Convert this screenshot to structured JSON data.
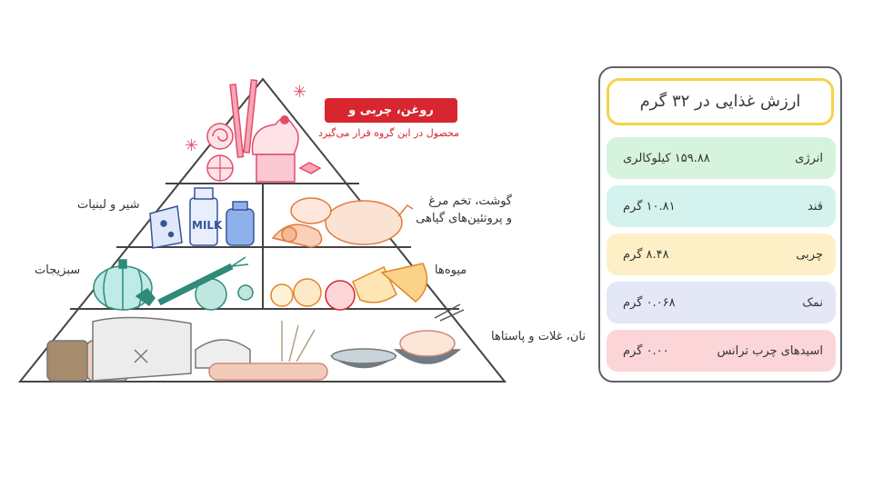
{
  "pyramid": {
    "fats_badge": "روغن، چربی و شیرینی",
    "fats_note": "محصول در این گروه قرار می‌گیرد",
    "dairy_label": "شیر و لبنیات",
    "meat_label_line1": "گوشت، تخم مرغ",
    "meat_label_line2": "و پروتئین‌های گیاهی",
    "veg_label": "سبزیجات",
    "fruit_label": "میوه‌ها",
    "bread_label": "نان، غلات و پاستاها",
    "milk_text": "MILK"
  },
  "nutrition": {
    "title": "ارزش غذایی در ۳۲ گرم",
    "rows": [
      {
        "name": "انرژی",
        "value": "۱۵۹.۸۸ کیلوکالری",
        "color": "#d6f3dd"
      },
      {
        "name": "قند",
        "value": "۱۰.۸۱ گرم",
        "color": "#d5f3ee"
      },
      {
        "name": "چربی",
        "value": "۸.۴۸ گرم",
        "color": "#fdf0c7"
      },
      {
        "name": "نمک",
        "value": "۰.۰۶۸ گرم",
        "color": "#e3e7f6"
      },
      {
        "name": "اسیدهای چرب ترانس",
        "value": "۰.۰۰ گرم",
        "color": "#fbd5d7"
      }
    ]
  },
  "colors": {
    "accent_red": "#d7262f",
    "title_border": "#f5d34a",
    "panel_border": "#606266"
  }
}
